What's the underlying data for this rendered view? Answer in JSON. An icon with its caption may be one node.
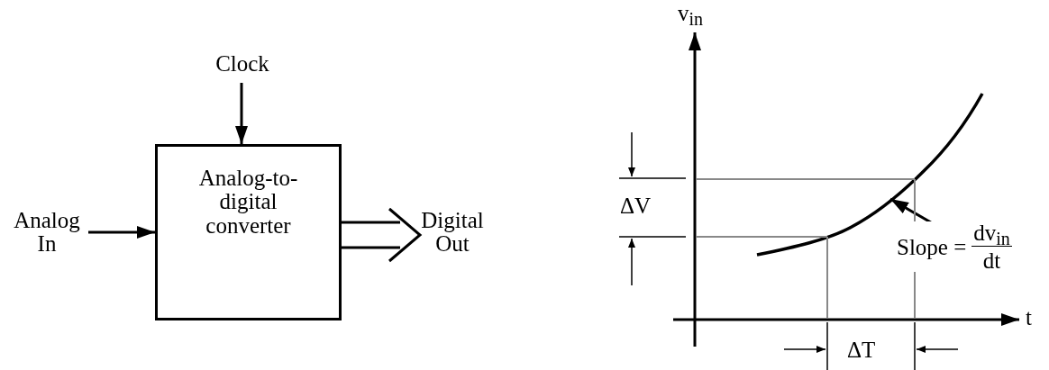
{
  "diagram": {
    "nodes": [
      {
        "text": [
          "Clock"
        ]
      },
      {
        "text": [
          "Analog In"
        ]
      },
      {
        "text": [
          "Analog-to-digital converter"
        ]
      },
      {
        "text": [
          "Digital Out"
        ]
      },
      {
        "text": [],
        "shape": "curve"
      },
      {
        "text": [
          "Slope =",
          "dv$_{in}$",
          "dt"
        ]
      }
    ],
    "edges": [
      {
        "from": 0,
        "to": 2,
        "arrow": "to"
      },
      {
        "from": 1,
        "to": 2,
        "arrow": "to"
      },
      {
        "from": 2,
        "to": 3,
        "arrow": "to"
      },
      {
        "from": 5,
        "to": 4,
        "arrow": "to"
      }
    ],
    "labels": [
      "v$_{in}$",
      "t",
      "ΔV",
      "ΔT"
    ]
  }
}
